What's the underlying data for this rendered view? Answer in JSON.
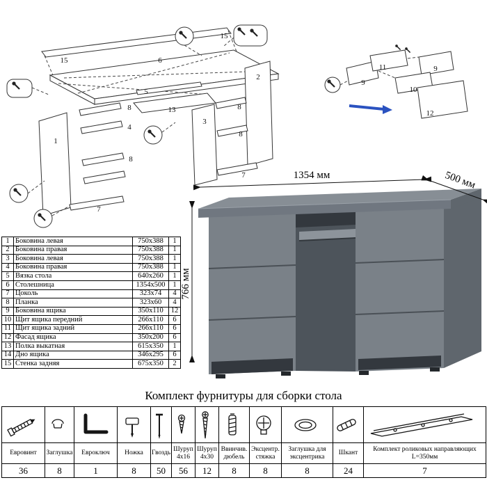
{
  "title": "Комплект фурнитуры для сборки стола",
  "colors": {
    "desk_top": "#878e95",
    "desk_front": "#7a8188",
    "desk_side": "#5f666d",
    "desk_edge": "#707780",
    "desk_interior": "#4d545b",
    "desk_dark": "#33383e",
    "desk_tray": "#8d949b",
    "accent_blue": "#2a52c0"
  },
  "dimensions": {
    "width": "1354 мм",
    "depth": "500 мм",
    "height": "766 мм"
  },
  "parts_table": {
    "rows": [
      {
        "num": "1",
        "name": "Боковина левая",
        "size": "750x388",
        "qty": "1"
      },
      {
        "num": "2",
        "name": "Боковина правая",
        "size": "750x388",
        "qty": "1"
      },
      {
        "num": "3",
        "name": "Боковина левая",
        "size": "750x388",
        "qty": "1"
      },
      {
        "num": "4",
        "name": "Боковина правая",
        "size": "750x388",
        "qty": "1"
      },
      {
        "num": "5",
        "name": "Вязка стола",
        "size": "640x260",
        "qty": "1"
      },
      {
        "num": "6",
        "name": "Столешница",
        "size": "1354x500",
        "qty": "1"
      },
      {
        "num": "7",
        "name": "Цоколь",
        "size": "323x74",
        "qty": "4"
      },
      {
        "num": "8",
        "name": "Планка",
        "size": "323x60",
        "qty": "4"
      },
      {
        "num": "9",
        "name": "Боковина ящика",
        "size": "350x110",
        "qty": "12"
      },
      {
        "num": "10",
        "name": "Щит ящика передний",
        "size": "266x110",
        "qty": "6"
      },
      {
        "num": "11",
        "name": "Щит ящика задний",
        "size": "266x110",
        "qty": "6"
      },
      {
        "num": "12",
        "name": "Фасад ящика",
        "size": "350x200",
        "qty": "6"
      },
      {
        "num": "13",
        "name": "Полка выкатная",
        "size": "615x350",
        "qty": "1"
      },
      {
        "num": "14",
        "name": "Дно ящика",
        "size": "346x295",
        "qty": "6"
      },
      {
        "num": "15",
        "name": "Стенка задняя",
        "size": "675x350",
        "qty": "2"
      }
    ]
  },
  "hardware": {
    "items": [
      {
        "name": "Евровинт",
        "qty": "36",
        "icon": "euro-screw-icon"
      },
      {
        "name": "Заглушка",
        "qty": "8",
        "icon": "plug-icon"
      },
      {
        "name": "Евроключ",
        "qty": "1",
        "icon": "hex-key-icon"
      },
      {
        "name": "Ножка",
        "qty": "8",
        "icon": "foot-glide-icon"
      },
      {
        "name": "Гвоздь",
        "qty": "50",
        "icon": "nail-icon"
      },
      {
        "name": "Шуруп 4x16",
        "qty": "56",
        "icon": "screw-4x16-icon"
      },
      {
        "name": "Шуруп 4x30",
        "qty": "12",
        "icon": "screw-4x30-icon"
      },
      {
        "name": "Ввинчив. дюбель",
        "qty": "8",
        "icon": "screw-dowel-icon"
      },
      {
        "name": "Эксцентр. стяжка",
        "qty": "8",
        "icon": "cam-lock-icon"
      },
      {
        "name": "Заглушка для эксцентрика",
        "qty": "8",
        "icon": "cam-cover-icon"
      },
      {
        "name": "Шкант",
        "qty": "24",
        "icon": "dowel-icon"
      },
      {
        "name": "Комплект роликовых направляющих L=350мм",
        "qty": "7",
        "icon": "drawer-slides-icon"
      }
    ]
  },
  "diagram_main": {
    "labels": [
      "15",
      "6",
      "15",
      "2",
      "5",
      "13",
      "3",
      "1",
      "8",
      "4",
      "8",
      "8",
      "8",
      "7",
      "7"
    ]
  },
  "diagram_drawer": {
    "labels": [
      "11",
      "9",
      "9",
      "10",
      "12"
    ]
  }
}
